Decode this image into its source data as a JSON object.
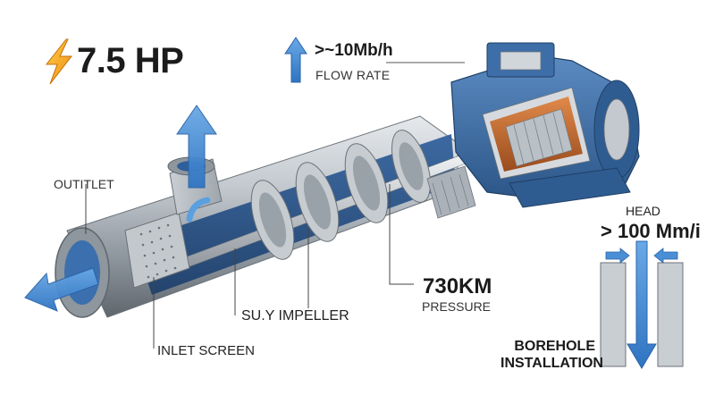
{
  "power": {
    "value": "7.5 HP",
    "icon": "lightning-bolt-icon"
  },
  "flow": {
    "value": ">~10Mb/h",
    "label": "FLOW RATE",
    "icon": "up-arrow-icon"
  },
  "callouts": {
    "outlet": "OUTITLET",
    "impeller": "SU.Y IMPELLER",
    "inlet_screen": "INLET SCREEN"
  },
  "pressure": {
    "value": "730KM",
    "label": "PRESSURE"
  },
  "head": {
    "label": "HEAD",
    "value": "> 100 Mm/i"
  },
  "borehole": {
    "label": "BOREHOLE INSTALLATION"
  },
  "colors": {
    "accent_blue": "#3b7fc4",
    "housing_blue": "#3a6aa0",
    "steel": "#b8bfc6",
    "bolt": "#f2a51c"
  }
}
